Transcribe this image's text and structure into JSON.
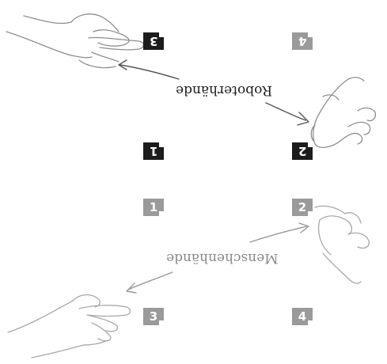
{
  "labels": {
    "robot": "Roboterhände",
    "human": "Menschenhände"
  },
  "badges": {
    "top_left": "3",
    "top_right": "4",
    "mid_left": "1",
    "mid_right": "2",
    "grey_left_upper": "1",
    "grey_right_upper": "2",
    "grey_left_lower": "3",
    "grey_right_lower": "4"
  },
  "colors": {
    "dark_badge": "#1c1c1c",
    "grey_badge": "#9a9a9a"
  }
}
